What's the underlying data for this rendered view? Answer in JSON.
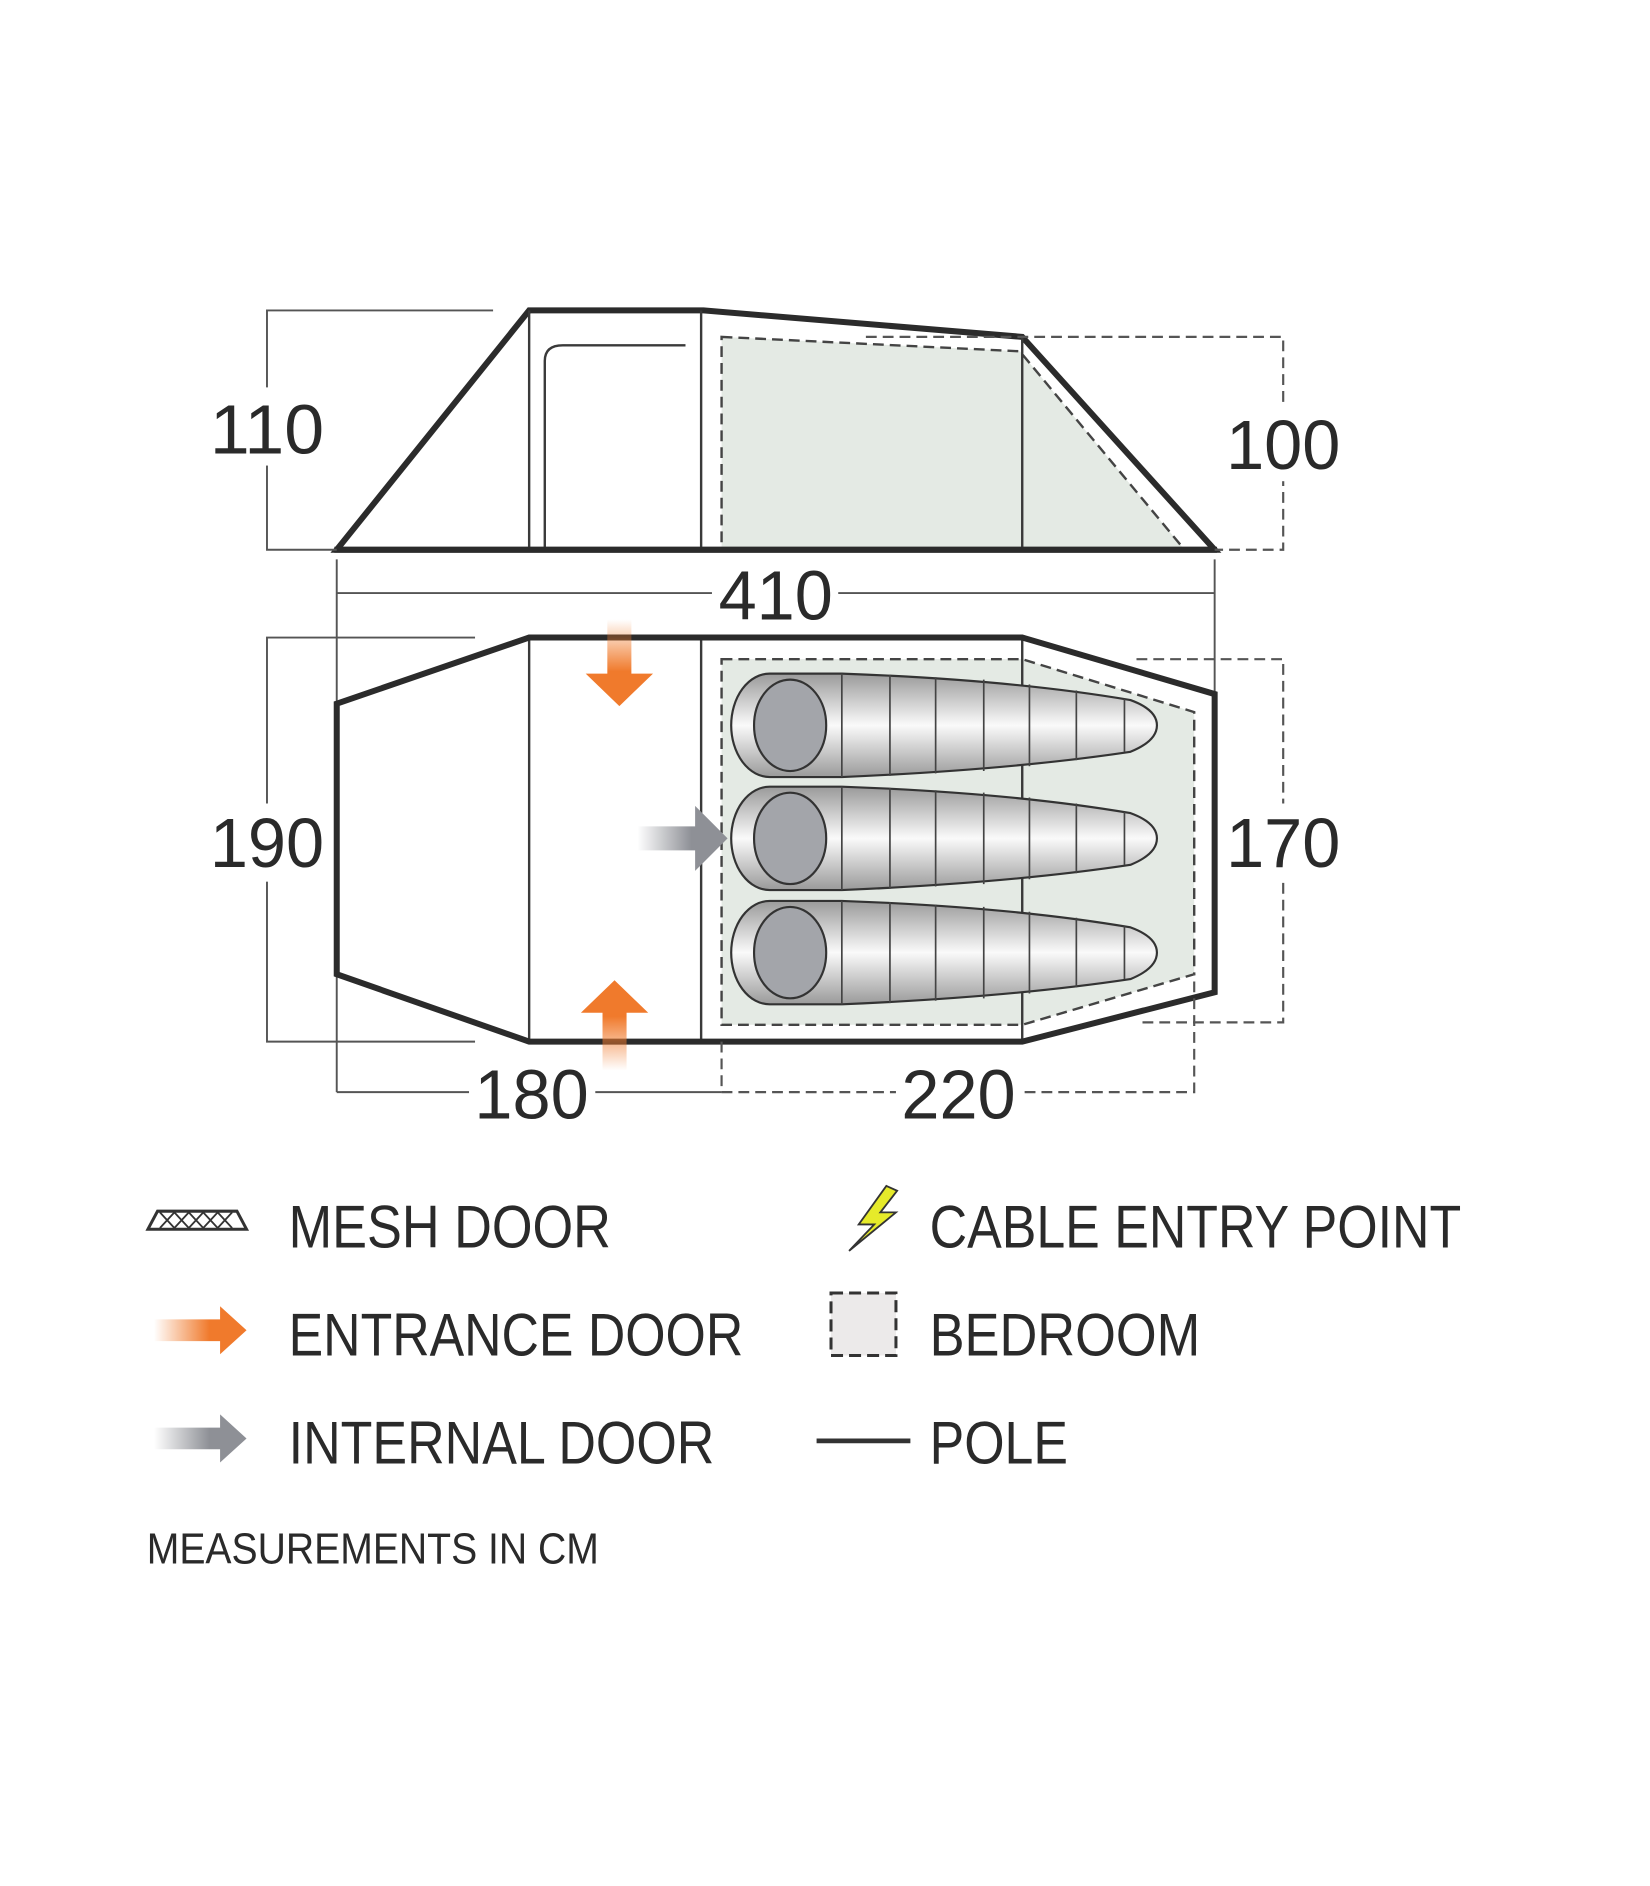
{
  "dimensions": {
    "side_height_front": "110",
    "side_height_rear": "100",
    "total_length": "410",
    "width_front": "190",
    "width_rear": "170",
    "porch_length": "180",
    "bedroom_length": "220"
  },
  "legend": {
    "mesh_door": "MESH DOOR",
    "entrance_door": "ENTRANCE DOOR",
    "internal_door": "INTERNAL DOOR",
    "cable_entry_point": "CABLE ENTRY POINT",
    "bedroom": "BEDROOM",
    "pole": "POLE"
  },
  "note": "MEASUREMENTS IN CM",
  "colors": {
    "entrance_arrow": "#f07a2c",
    "internal_arrow": "#8e9096",
    "bedroom_fill": "#e4eae4",
    "cable_bolt": "#e6ea2a"
  }
}
